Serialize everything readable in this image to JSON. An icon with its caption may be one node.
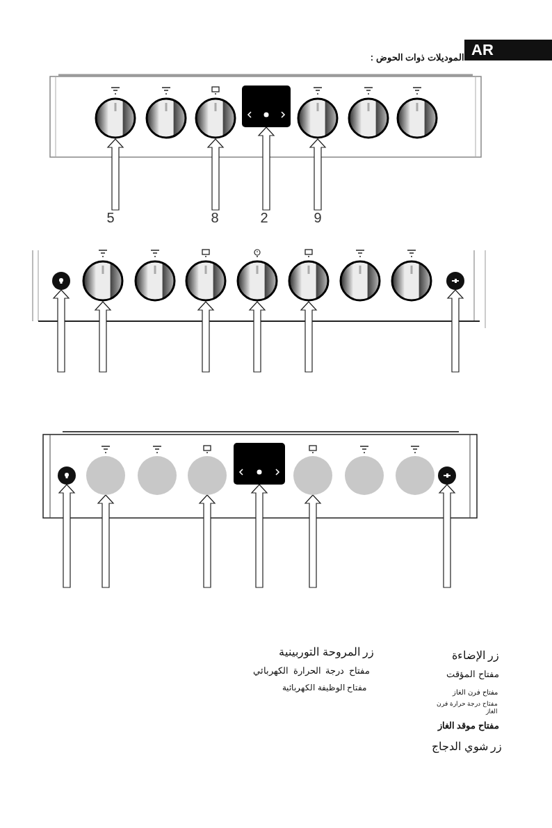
{
  "diagram": {
    "title": "الموديلات ذوات الحوض :",
    "nodes": [
      {
        "text": [],
        "shape": "circle"
      },
      {
        "text": [],
        "shape": "circle"
      },
      {
        "text": [],
        "shape": "circle"
      },
      {
        "text": [],
        "shape": "box"
      },
      {
        "text": [],
        "shape": "circle"
      },
      {
        "text": [],
        "shape": "circle"
      },
      {
        "text": [],
        "shape": "circle"
      },
      {
        "text": [
          "5"
        ]
      },
      {
        "text": [
          "8"
        ]
      },
      {
        "text": [
          "2"
        ]
      },
      {
        "text": [
          "9"
        ]
      },
      {
        "text": [],
        "shape": "circle"
      },
      {
        "text": [],
        "shape": "circle"
      },
      {
        "text": [],
        "shape": "circle"
      },
      {
        "text": [],
        "shape": "circle"
      },
      {
        "text": [],
        "shape": "circle"
      },
      {
        "text": [],
        "shape": "circle"
      },
      {
        "text": [],
        "shape": "circle"
      },
      {
        "text": [],
        "shape": "circle"
      },
      {
        "text": [],
        "shape": "circle"
      },
      {
        "text": [],
        "shape": "circle"
      },
      {
        "text": [],
        "shape": "circle"
      },
      {
        "text": [],
        "shape": "circle"
      },
      {
        "text": [],
        "shape": "circle"
      },
      {
        "text": [],
        "shape": "box"
      },
      {
        "text": [],
        "shape": "circle"
      },
      {
        "text": [],
        "shape": "circle"
      },
      {
        "text": [],
        "shape": "circle"
      },
      {
        "text": [],
        "shape": "circle"
      }
    ],
    "edges": [
      {
        "from": 7,
        "to": 0,
        "arrow": "to"
      },
      {
        "from": 8,
        "to": 2,
        "arrow": "to"
      },
      {
        "from": 9,
        "to": 3,
        "arrow": "to"
      },
      {
        "from": 10,
        "to": 4,
        "arrow": "to"
      },
      {
        "from": null,
        "to": 11,
        "arrow": "to"
      },
      {
        "from": null,
        "to": 12,
        "arrow": "to"
      },
      {
        "from": null,
        "to": 14,
        "arrow": "to"
      },
      {
        "from": null,
        "to": 15,
        "arrow": "to"
      },
      {
        "from": null,
        "to": 16,
        "arrow": "to"
      },
      {
        "from": null,
        "to": 19,
        "arrow": "to"
      },
      {
        "from": null,
        "to": 20,
        "arrow": "to"
      },
      {
        "from": null,
        "to": 21,
        "arrow": "to"
      },
      {
        "from": null,
        "to": 23,
        "arrow": "to"
      },
      {
        "from": null,
        "to": 24,
        "arrow": "to"
      },
      {
        "from": null,
        "to": 25,
        "arrow": "to"
      },
      {
        "from": null,
        "to": 28,
        "arrow": "to"
      }
    ],
    "labels": [
      "AR",
      "زر المروحة التوربينية",
      "مفتاح درجة الحرارة الكهربائي",
      "مفتاح الوظيفة الكهربائية",
      "زر الإضاءة",
      "مفتاح المؤقت",
      "مفتاح فرن الغاز",
      "مفتاح درجة حرارة فرن الغاز",
      "مفتاح موقد الغاز",
      "زر شوي الدجاج"
    ]
  }
}
